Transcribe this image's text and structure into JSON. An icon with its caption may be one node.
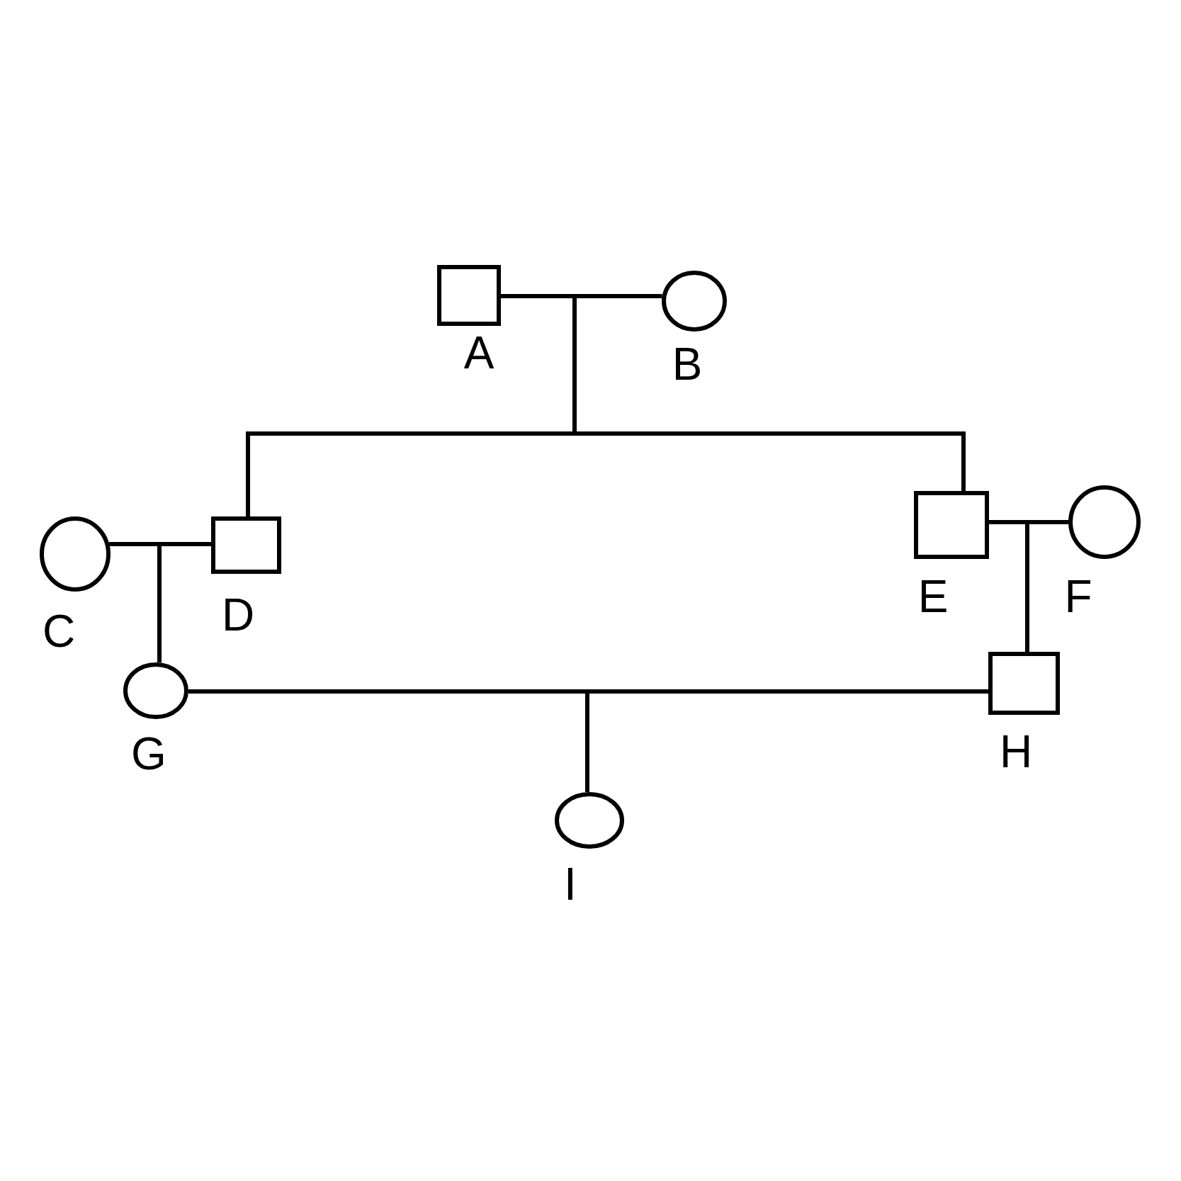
{
  "diagram": {
    "nodes": [
      {
        "text": [],
        "shape": "box",
        "beside": [
          "A"
        ]
      },
      {
        "text": [],
        "shape": "circle",
        "beside": [
          "B"
        ]
      },
      {
        "text": [],
        "shape": "circle",
        "beside": [
          "C"
        ]
      },
      {
        "text": [],
        "shape": "box",
        "beside": [
          "D"
        ]
      },
      {
        "text": [],
        "shape": "box",
        "beside": [
          "E"
        ]
      },
      {
        "text": [],
        "shape": "circle",
        "beside": [
          "F"
        ]
      },
      {
        "text": [],
        "shape": "circle",
        "beside": [
          "G"
        ]
      },
      {
        "text": [],
        "shape": "box",
        "beside": [
          "H"
        ]
      },
      {
        "text": [],
        "shape": "circle",
        "beside": [
          "I"
        ]
      }
    ],
    "edges": [
      {
        "from": 0,
        "to": 1,
        "arrow": "none"
      },
      {
        "from": 0,
        "to": 3,
        "arrow": "none"
      },
      {
        "from": 0,
        "to": 4,
        "arrow": "none"
      },
      {
        "from": 2,
        "to": 3,
        "arrow": "none"
      },
      {
        "from": 2,
        "to": 6,
        "arrow": "none"
      },
      {
        "from": 4,
        "to": 5,
        "arrow": "none"
      },
      {
        "from": 4,
        "to": 7,
        "arrow": "none"
      },
      {
        "from": 6,
        "to": 7,
        "arrow": "none"
      },
      {
        "from": 6,
        "to": 8,
        "arrow": "none"
      }
    ]
  }
}
